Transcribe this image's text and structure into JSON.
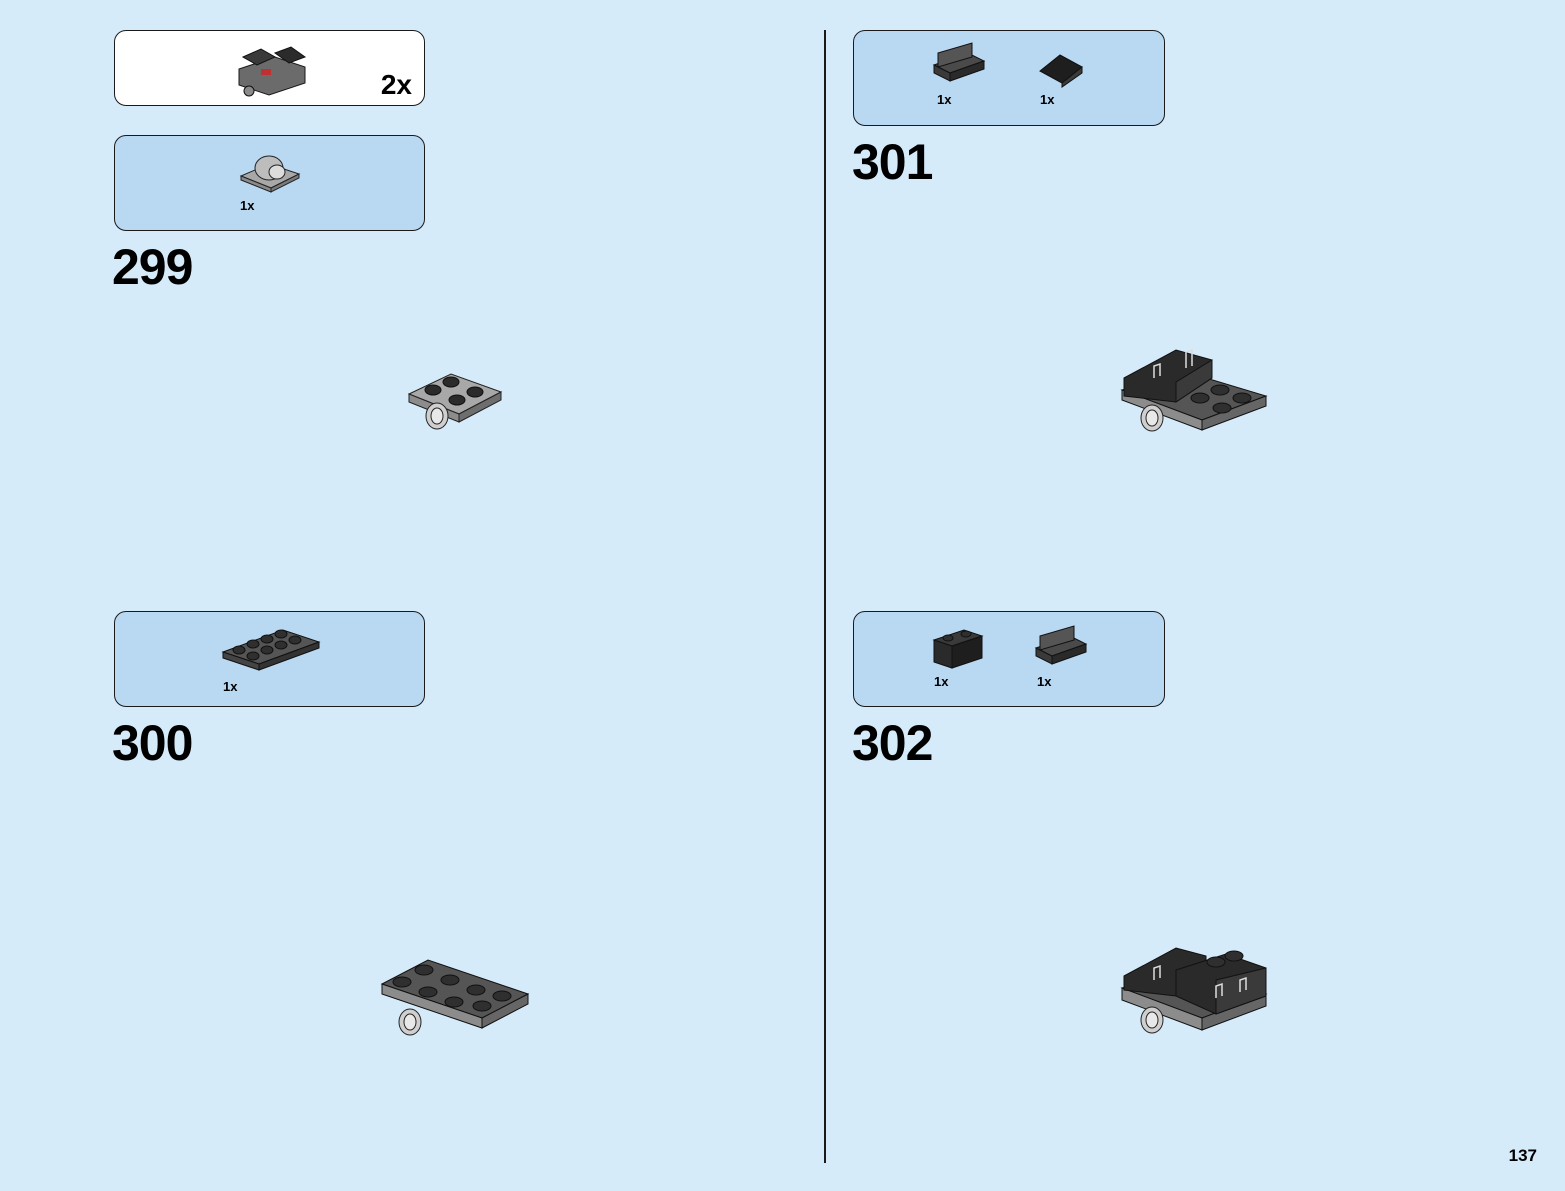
{
  "submodel_callout": {
    "quantity": "2x"
  },
  "steps": [
    {
      "number": "299",
      "parts": [
        {
          "qty": "1x",
          "icon": "wheel-holder-plate-icon"
        }
      ]
    },
    {
      "number": "300",
      "parts": [
        {
          "qty": "1x",
          "icon": "plate-2x4-icon"
        }
      ]
    },
    {
      "number": "301",
      "parts": [
        {
          "qty": "1x",
          "icon": "bracket-plate-icon"
        },
        {
          "qty": "1x",
          "icon": "slope-tile-icon"
        }
      ]
    },
    {
      "number": "302",
      "parts": [
        {
          "qty": "1x",
          "icon": "brick-1x2-icon"
        },
        {
          "qty": "1x",
          "icon": "bracket-plate-icon"
        }
      ]
    }
  ],
  "page_number": "137",
  "colors": {
    "page_bg": "#d5ebfa",
    "parts_box": "#b9d8f2",
    "dark_part": "#3a3a3a",
    "light_part": "#9a9a9a"
  }
}
